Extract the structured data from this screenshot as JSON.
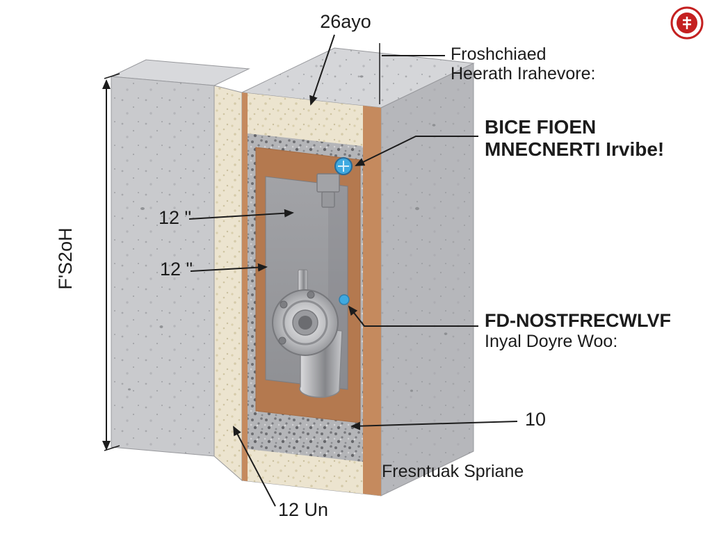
{
  "labels": {
    "top_dimension": "26ayo",
    "note_frost_line1": "Froshchiaed",
    "note_frost_line2": "Heerath Irahevore:",
    "note_brick_line1": "BICE FIOEN",
    "note_brick_line2": "MNECNERTI Irvibe!",
    "note_valve_line1": "FD-NOSTFRECWLVF",
    "note_valve_line2": "Inyal Doyre Woo:",
    "dimension_10": "10",
    "caption_bottom": "Fresntuak Spriane",
    "dimension_12_upper": "12 \"",
    "dimension_12_lower": "12 \"",
    "label_left_vertical": "F'S2oH",
    "dimension_bottom": "12 Un"
  },
  "colors": {
    "copper": "#c58a5e",
    "copper_dark": "#b4794f",
    "insulation": "#ece4cf",
    "gravel": "#b4b5b8",
    "concrete_front": "#c9cacd",
    "concrete_top": "#d8d9dc",
    "block_top": "#d5d6d9",
    "block_side": "#b6b7bb",
    "accent_blue": "#3fa9e0",
    "logo_red": "#c42020",
    "line": "#1c1c1c"
  }
}
